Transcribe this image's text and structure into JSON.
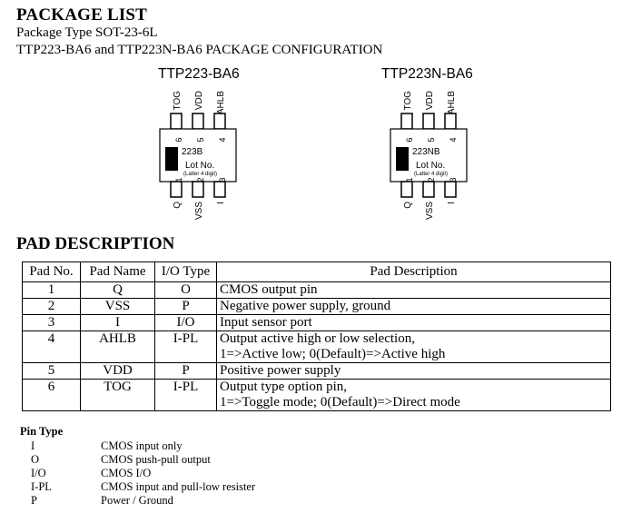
{
  "package_list": {
    "heading": "PACKAGE LIST",
    "type_line": "Package Type SOT-23-6L",
    "config_line": "TTP223-BA6 and TTP223N-BA6 PACKAGE CONFIGURATION"
  },
  "chips": [
    {
      "title": "TTP223-BA6",
      "mark": "223B",
      "lot": "Lot No.",
      "lot_note": "(Latter 4 digit)",
      "top_pins": [
        {
          "num": "6",
          "name": "TOG"
        },
        {
          "num": "5",
          "name": "VDD"
        },
        {
          "num": "4",
          "name": "AHLB"
        }
      ],
      "bottom_pins": [
        {
          "num": "1",
          "name": "Q"
        },
        {
          "num": "2",
          "name": "VSS"
        },
        {
          "num": "3",
          "name": "I"
        }
      ]
    },
    {
      "title": "TTP223N-BA6",
      "mark": "223NB",
      "lot": "Lot No.",
      "lot_note": "(Latter 4 digit)",
      "top_pins": [
        {
          "num": "6",
          "name": "TOG"
        },
        {
          "num": "5",
          "name": "VDD"
        },
        {
          "num": "4",
          "name": "AHLB"
        }
      ],
      "bottom_pins": [
        {
          "num": "1",
          "name": "Q"
        },
        {
          "num": "2",
          "name": "VSS"
        },
        {
          "num": "3",
          "name": "I"
        }
      ]
    }
  ],
  "pad_description": {
    "heading": "PAD DESCRIPTION",
    "columns": [
      "Pad No.",
      "Pad Name",
      "I/O Type",
      "Pad Description"
    ],
    "rows": [
      {
        "no": "1",
        "name": "Q",
        "io": "O",
        "desc": [
          "CMOS output pin"
        ]
      },
      {
        "no": "2",
        "name": "VSS",
        "io": "P",
        "desc": [
          "Negative power supply, ground"
        ]
      },
      {
        "no": "3",
        "name": "I",
        "io": "I/O",
        "desc": [
          "Input sensor port"
        ]
      },
      {
        "no": "4",
        "name": "AHLB",
        "io": "I-PL",
        "desc": [
          "Output active high or low selection,",
          "1=>Active low; 0(Default)=>Active high"
        ]
      },
      {
        "no": "5",
        "name": "VDD",
        "io": "P",
        "desc": [
          "Positive power supply"
        ]
      },
      {
        "no": "6",
        "name": "TOG",
        "io": "I-PL",
        "desc": [
          "Output type option pin,",
          "1=>Toggle mode; 0(Default)=>Direct mode"
        ]
      }
    ]
  },
  "pin_type": {
    "heading": "Pin Type",
    "items": [
      {
        "code": "I",
        "desc": "CMOS input only"
      },
      {
        "code": "O",
        "desc": "CMOS push-pull output"
      },
      {
        "code": "I/O",
        "desc": "CMOS I/O"
      },
      {
        "code": "I-PL",
        "desc": "CMOS input and pull-low resister"
      },
      {
        "code": "P",
        "desc": "Power / Ground"
      }
    ]
  }
}
